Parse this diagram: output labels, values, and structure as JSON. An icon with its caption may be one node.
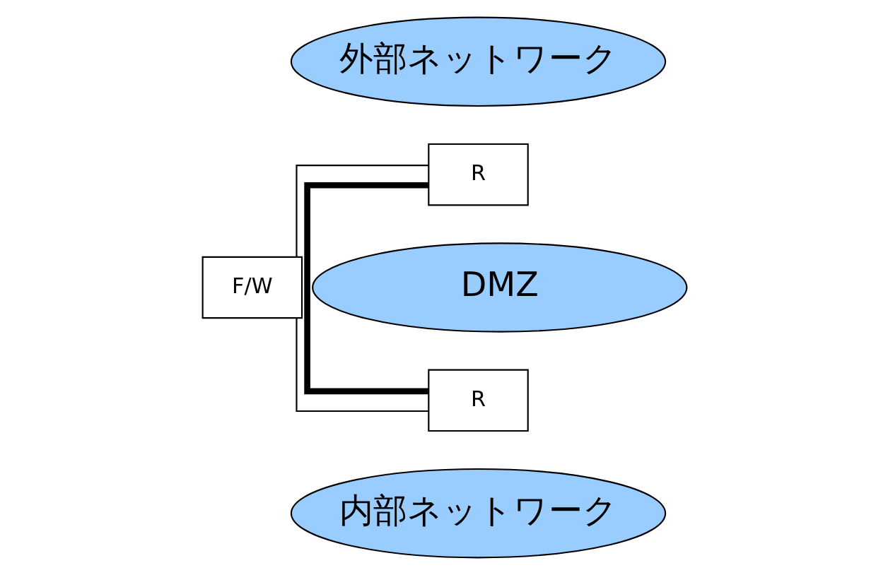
{
  "diagram": {
    "nodes": [
      {
        "text": [
          "外部ネットワーク"
        ]
      },
      {
        "text": [
          "R"
        ]
      },
      {
        "text": [
          "F/W"
        ]
      },
      {
        "text": [
          "DMZ"
        ]
      },
      {
        "text": [
          "R"
        ]
      },
      {
        "text": [
          "内部ネットワーク"
        ]
      }
    ],
    "edges": [
      {
        "from": 1,
        "to": 4,
        "arrow": "none",
        "style": "thick"
      },
      {
        "from": 1,
        "to": 2,
        "arrow": "none"
      },
      {
        "from": 2,
        "to": 4,
        "arrow": "none"
      }
    ]
  }
}
